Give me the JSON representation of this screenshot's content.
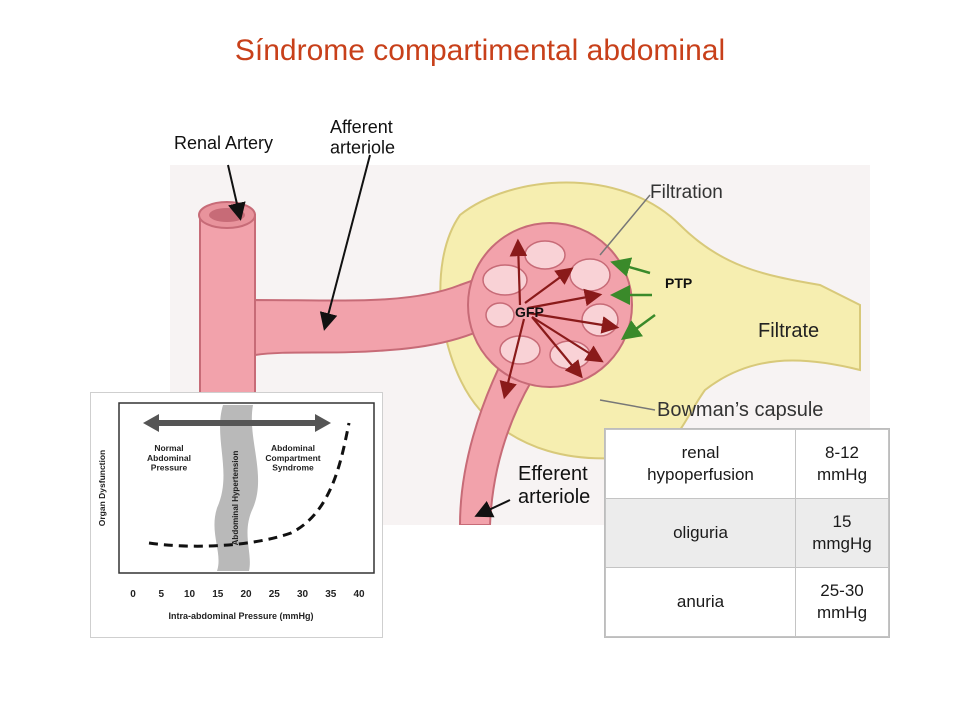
{
  "slide": {
    "title": "Síndrome compartimental abdominal"
  },
  "diagram": {
    "labels": {
      "renal_artery": "Renal Artery",
      "afferent_arteriole": "Afferent\narteriole",
      "filtration": "Filtration",
      "ptp": "PTP",
      "gfp": "GFP",
      "filtrate": "Filtrate",
      "bowmans_capsule": "Bowman’s capsule",
      "efferent_arteriole": "Efferent\narteriole"
    },
    "colors": {
      "vessel": "#f2a2ab",
      "vessel_outline": "#c76b77",
      "capsule": "#f6eeb0",
      "inward_arrows": "#8a1a1a",
      "ptp_arrows": "#3a8a2a"
    }
  },
  "graph": {
    "ylabel": "Organ Dysfunction",
    "xlabel": "Intra-abdominal Pressure (mmHg)",
    "x_ticks": [
      "0",
      "5",
      "10",
      "15",
      "20",
      "25",
      "30",
      "35",
      "40"
    ],
    "region_left": "Normal\nAbdominal\nPressure",
    "region_mid": "Abdominal Hypertension",
    "region_right": "Abdominal\nCompartment\nSyndrome"
  },
  "table": {
    "rows": [
      {
        "condition": "renal\nhypoperfusion",
        "pressure": "8-12\nmmHg"
      },
      {
        "condition": "oliguria",
        "pressure": "15\nmmgHg"
      },
      {
        "condition": "anuria",
        "pressure": "25-30\nmmHg"
      }
    ]
  }
}
